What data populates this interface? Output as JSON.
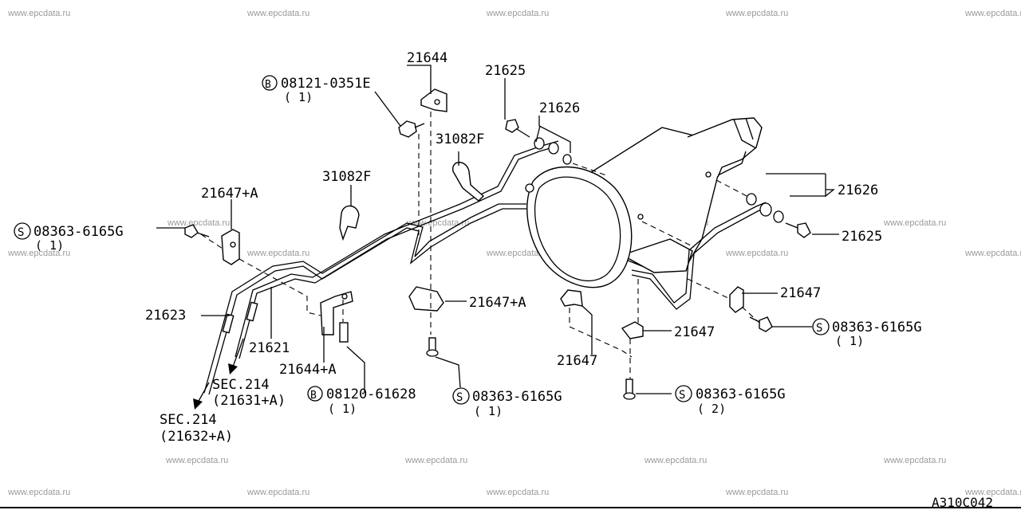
{
  "watermark": "www.epcdata.ru",
  "figure_code": "A310C042",
  "labels": {
    "p21644_top": "21644",
    "p21625_top": "21625",
    "p21626_top": "21626",
    "p31082f_top": "31082F",
    "p31082f_mid": "31082F",
    "p21647a_left": "21647+A",
    "p21626_right": "21626",
    "p21625_right": "21625",
    "p21647_right": "21647",
    "p21647_mid": "21647",
    "p21647_low": "21647",
    "p21647a_mid": "21647+A",
    "p21623": "21623",
    "p21621": "21621",
    "p21644a": "21644+A",
    "sec1_a": "SEC.214",
    "sec1_b": "(21631+A)",
    "sec2_a": "SEC.214",
    "sec2_b": "(21632+A)",
    "bolt_b1": "08121-0351E",
    "bolt_b1_qty": "( 1)",
    "bolt_s_left": "08363-6165G",
    "bolt_s_left_qty": "( 1)",
    "bolt_b2": "08120-61628",
    "bolt_b2_qty": "( 1)",
    "bolt_s_mid": "08363-6165G",
    "bolt_s_mid_qty": "( 1)",
    "bolt_s_right": "08363-6165G",
    "bolt_s_right_qty": "( 1)",
    "bolt_s_low": "08363-6165G",
    "bolt_s_low_qty": "( 2)"
  },
  "symbols": {
    "b": "B",
    "s": "S"
  }
}
